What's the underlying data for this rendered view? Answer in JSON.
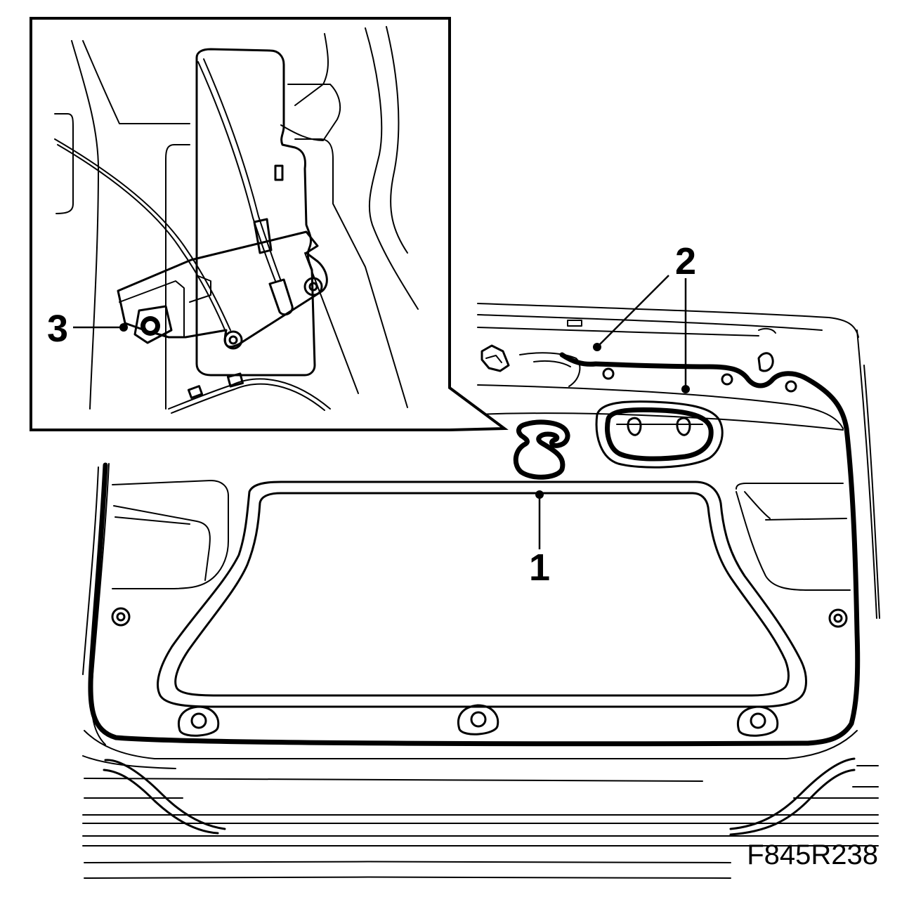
{
  "callouts": {
    "one": "1",
    "two": "2",
    "three": "3"
  },
  "figure_code": "F845R238",
  "colors": {
    "line": "#000000",
    "background": "#ffffff"
  }
}
